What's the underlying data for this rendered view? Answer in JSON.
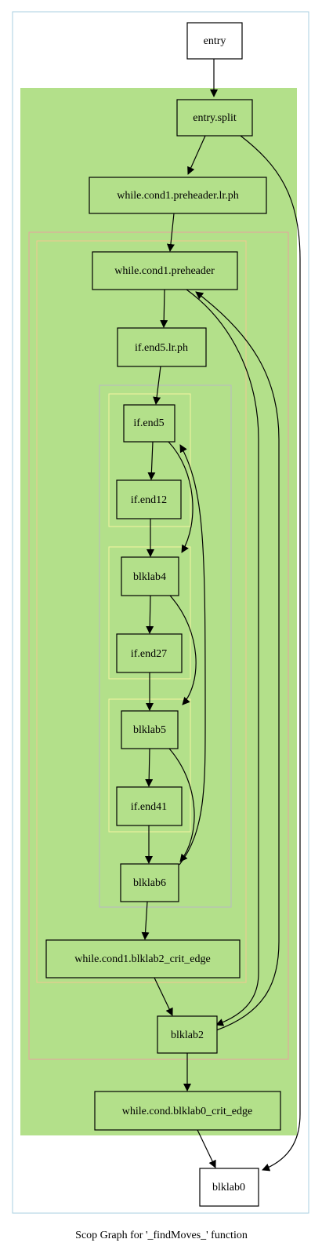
{
  "caption": "Scop Graph for '_findMoves_' function",
  "colors": {
    "scop_fill": "#b3e08a",
    "outer_border": "#a8cfe0",
    "region_red": "#e8a0a0",
    "region_orange": "#f2c890",
    "region_gray": "#b8b8c4",
    "region_yellow": "#f4f4a0",
    "node_border": "#000000",
    "node_fill_outside": "#ffffff"
  },
  "nodes": {
    "entry": "entry",
    "entry_split": "entry.split",
    "while_cond1_preheader_lr_ph": "while.cond1.preheader.lr.ph",
    "while_cond1_preheader": "while.cond1.preheader",
    "if_end5_lr_ph": "if.end5.lr.ph",
    "if_end5": "if.end5",
    "if_end12": "if.end12",
    "blklab4": "blklab4",
    "if_end27": "if.end27",
    "blklab5": "blklab5",
    "if_end41": "if.end41",
    "blklab6": "blklab6",
    "while_cond1_blklab2_crit_edge": "while.cond1.blklab2_crit_edge",
    "blklab2": "blklab2",
    "while_cond_blklab0_crit_edge": "while.cond.blklab0_crit_edge",
    "blklab0": "blklab0"
  },
  "edges": [
    [
      "entry",
      "entry.split"
    ],
    [
      "entry.split",
      "while.cond1.preheader.lr.ph"
    ],
    [
      "entry.split",
      "blklab0"
    ],
    [
      "while.cond1.preheader.lr.ph",
      "while.cond1.preheader"
    ],
    [
      "while.cond1.preheader",
      "if.end5.lr.ph"
    ],
    [
      "while.cond1.preheader",
      "blklab2"
    ],
    [
      "if.end5.lr.ph",
      "if.end5"
    ],
    [
      "if.end5",
      "if.end12"
    ],
    [
      "if.end5",
      "blklab4"
    ],
    [
      "if.end12",
      "blklab4"
    ],
    [
      "blklab4",
      "if.end27"
    ],
    [
      "blklab4",
      "blklab5"
    ],
    [
      "if.end27",
      "blklab5"
    ],
    [
      "blklab5",
      "if.end41"
    ],
    [
      "blklab5",
      "blklab6"
    ],
    [
      "if.end41",
      "blklab6"
    ],
    [
      "blklab6",
      "if.end5"
    ],
    [
      "blklab6",
      "while.cond1.blklab2_crit_edge"
    ],
    [
      "while.cond1.blklab2_crit_edge",
      "blklab2"
    ],
    [
      "blklab2",
      "while.cond1.preheader"
    ],
    [
      "blklab2",
      "while.cond.blklab0_crit_edge"
    ],
    [
      "while.cond.blklab0_crit_edge",
      "blklab0"
    ]
  ]
}
